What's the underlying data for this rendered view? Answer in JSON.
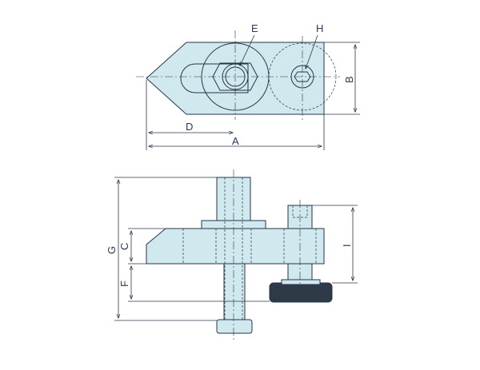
{
  "labels": {
    "A": "A",
    "B": "B",
    "C": "C",
    "D": "D",
    "E": "E",
    "F": "F",
    "G": "G",
    "H": "H",
    "I": "I"
  },
  "colors": {
    "part_fill": "#cfe9ef",
    "line": "#2a3448",
    "knob": "#2f3a48"
  }
}
